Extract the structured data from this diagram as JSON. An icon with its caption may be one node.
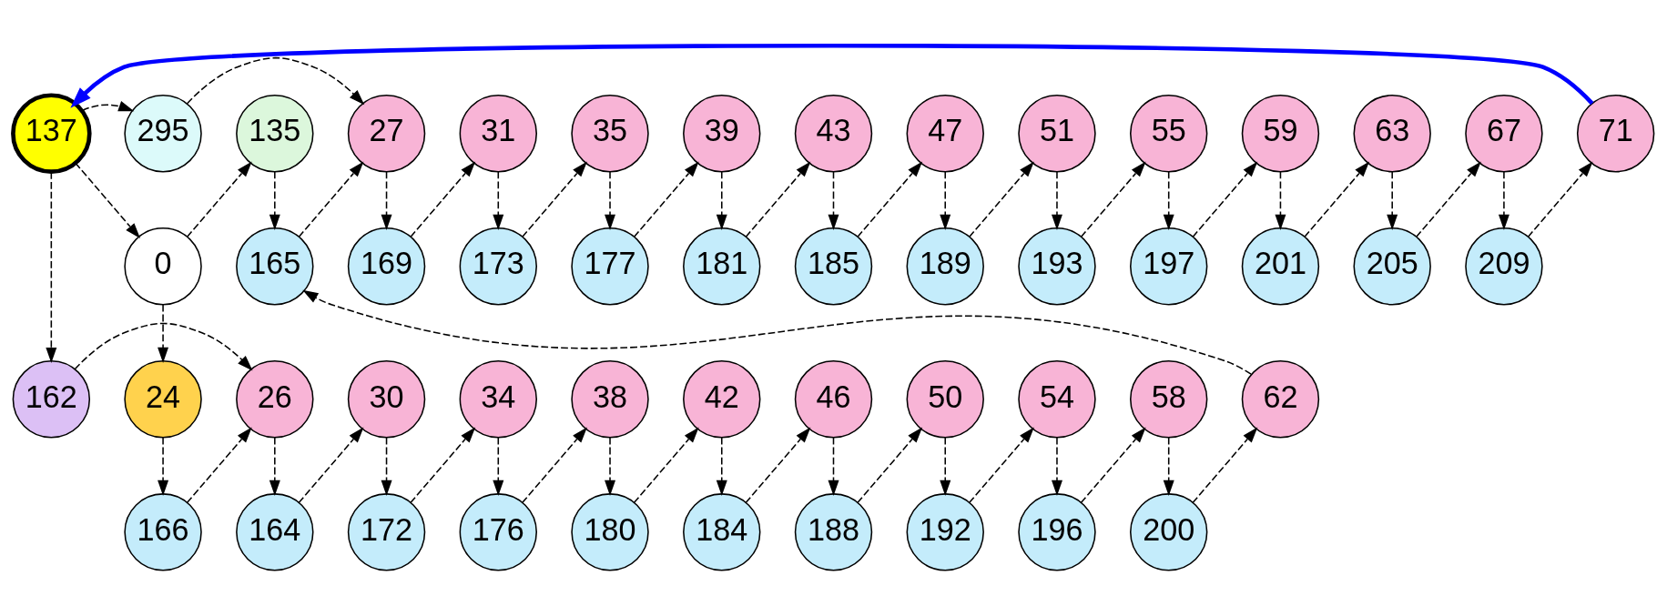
{
  "diagram": {
    "nodes": [
      {
        "text": [
          "137"
        ]
      },
      {
        "text": [
          "295"
        ]
      },
      {
        "text": [
          "135"
        ]
      },
      {
        "text": [
          "27"
        ]
      },
      {
        "text": [
          "31"
        ]
      },
      {
        "text": [
          "35"
        ]
      },
      {
        "text": [
          "39"
        ]
      },
      {
        "text": [
          "43"
        ]
      },
      {
        "text": [
          "47"
        ]
      },
      {
        "text": [
          "51"
        ]
      },
      {
        "text": [
          "55"
        ]
      },
      {
        "text": [
          "59"
        ]
      },
      {
        "text": [
          "63"
        ]
      },
      {
        "text": [
          "67"
        ]
      },
      {
        "text": [
          "71"
        ]
      },
      {
        "text": [
          "165"
        ]
      },
      {
        "text": [
          "169"
        ]
      },
      {
        "text": [
          "173"
        ]
      },
      {
        "text": [
          "177"
        ]
      },
      {
        "text": [
          "181"
        ]
      },
      {
        "text": [
          "185"
        ]
      },
      {
        "text": [
          "189"
        ]
      },
      {
        "text": [
          "193"
        ]
      },
      {
        "text": [
          "197"
        ]
      },
      {
        "text": [
          "201"
        ]
      },
      {
        "text": [
          "205"
        ]
      },
      {
        "text": [
          "209"
        ]
      },
      {
        "text": [
          "0"
        ]
      },
      {
        "text": [
          "162"
        ]
      },
      {
        "text": [
          "24"
        ]
      },
      {
        "text": [
          "26"
        ]
      },
      {
        "text": [
          "30"
        ]
      },
      {
        "text": [
          "34"
        ]
      },
      {
        "text": [
          "38"
        ]
      },
      {
        "text": [
          "42"
        ]
      },
      {
        "text": [
          "46"
        ]
      },
      {
        "text": [
          "50"
        ]
      },
      {
        "text": [
          "54"
        ]
      },
      {
        "text": [
          "58"
        ]
      },
      {
        "text": [
          "62"
        ]
      },
      {
        "text": [
          "166"
        ]
      },
      {
        "text": [
          "164"
        ]
      },
      {
        "text": [
          "172"
        ]
      },
      {
        "text": [
          "176"
        ]
      },
      {
        "text": [
          "180"
        ]
      },
      {
        "text": [
          "184"
        ]
      },
      {
        "text": [
          "188"
        ]
      },
      {
        "text": [
          "192"
        ]
      },
      {
        "text": [
          "196"
        ]
      },
      {
        "text": [
          "200"
        ]
      }
    ],
    "edges": [
      {
        "from": 14,
        "to": 0,
        "arrow": "to",
        "style": "thick",
        "color": "#0000ff"
      },
      {
        "from": 0,
        "to": 1,
        "arrow": "to",
        "style": "dashed"
      },
      {
        "from": 0,
        "to": 27,
        "arrow": "to",
        "style": "dashed"
      },
      {
        "from": 0,
        "to": 28,
        "arrow": "to",
        "style": "dashed"
      },
      {
        "from": 1,
        "to": 3,
        "arrow": "to",
        "style": "dashed"
      },
      {
        "from": 27,
        "to": 2,
        "arrow": "to",
        "style": "dashed"
      },
      {
        "from": 27,
        "to": 29,
        "arrow": "to",
        "style": "dashed"
      },
      {
        "from": 2,
        "to": 15,
        "arrow": "to",
        "style": "dashed"
      },
      {
        "from": 15,
        "to": 3,
        "arrow": "to",
        "style": "dashed"
      },
      {
        "from": 3,
        "to": 16,
        "arrow": "to",
        "style": "dashed"
      },
      {
        "from": 16,
        "to": 4,
        "arrow": "to",
        "style": "dashed"
      },
      {
        "from": 4,
        "to": 17,
        "arrow": "to",
        "style": "dashed"
      },
      {
        "from": 17,
        "to": 5,
        "arrow": "to",
        "style": "dashed"
      },
      {
        "from": 5,
        "to": 18,
        "arrow": "to",
        "style": "dashed"
      },
      {
        "from": 18,
        "to": 6,
        "arrow": "to",
        "style": "dashed"
      },
      {
        "from": 6,
        "to": 19,
        "arrow": "to",
        "style": "dashed"
      },
      {
        "from": 19,
        "to": 7,
        "arrow": "to",
        "style": "dashed"
      },
      {
        "from": 7,
        "to": 20,
        "arrow": "to",
        "style": "dashed"
      },
      {
        "from": 20,
        "to": 8,
        "arrow": "to",
        "style": "dashed"
      },
      {
        "from": 8,
        "to": 21,
        "arrow": "to",
        "style": "dashed"
      },
      {
        "from": 21,
        "to": 9,
        "arrow": "to",
        "style": "dashed"
      },
      {
        "from": 9,
        "to": 22,
        "arrow": "to",
        "style": "dashed"
      },
      {
        "from": 22,
        "to": 10,
        "arrow": "to",
        "style": "dashed"
      },
      {
        "from": 10,
        "to": 23,
        "arrow": "to",
        "style": "dashed"
      },
      {
        "from": 23,
        "to": 11,
        "arrow": "to",
        "style": "dashed"
      },
      {
        "from": 11,
        "to": 24,
        "arrow": "to",
        "style": "dashed"
      },
      {
        "from": 24,
        "to": 12,
        "arrow": "to",
        "style": "dashed"
      },
      {
        "from": 12,
        "to": 25,
        "arrow": "to",
        "style": "dashed"
      },
      {
        "from": 25,
        "to": 13,
        "arrow": "to",
        "style": "dashed"
      },
      {
        "from": 13,
        "to": 26,
        "arrow": "to",
        "style": "dashed"
      },
      {
        "from": 26,
        "to": 14,
        "arrow": "to",
        "style": "dashed"
      },
      {
        "from": 39,
        "to": 15,
        "arrow": "to",
        "style": "dashed"
      },
      {
        "from": 28,
        "to": 30,
        "arrow": "to",
        "style": "dashed"
      },
      {
        "from": 29,
        "to": 40,
        "arrow": "to",
        "style": "dashed"
      },
      {
        "from": 40,
        "to": 30,
        "arrow": "to",
        "style": "dashed"
      },
      {
        "from": 30,
        "to": 41,
        "arrow": "to",
        "style": "dashed"
      },
      {
        "from": 41,
        "to": 31,
        "arrow": "to",
        "style": "dashed"
      },
      {
        "from": 31,
        "to": 42,
        "arrow": "to",
        "style": "dashed"
      },
      {
        "from": 42,
        "to": 32,
        "arrow": "to",
        "style": "dashed"
      },
      {
        "from": 32,
        "to": 43,
        "arrow": "to",
        "style": "dashed"
      },
      {
        "from": 43,
        "to": 33,
        "arrow": "to",
        "style": "dashed"
      },
      {
        "from": 33,
        "to": 44,
        "arrow": "to",
        "style": "dashed"
      },
      {
        "from": 44,
        "to": 34,
        "arrow": "to",
        "style": "dashed"
      },
      {
        "from": 34,
        "to": 45,
        "arrow": "to",
        "style": "dashed"
      },
      {
        "from": 45,
        "to": 35,
        "arrow": "to",
        "style": "dashed"
      },
      {
        "from": 35,
        "to": 46,
        "arrow": "to",
        "style": "dashed"
      },
      {
        "from": 46,
        "to": 36,
        "arrow": "to",
        "style": "dashed"
      },
      {
        "from": 36,
        "to": 47,
        "arrow": "to",
        "style": "dashed"
      },
      {
        "from": 47,
        "to": 37,
        "arrow": "to",
        "style": "dashed"
      },
      {
        "from": 37,
        "to": 48,
        "arrow": "to",
        "style": "dashed"
      },
      {
        "from": 48,
        "to": 38,
        "arrow": "to",
        "style": "dashed"
      },
      {
        "from": 38,
        "to": 49,
        "arrow": "to",
        "style": "dashed"
      },
      {
        "from": 49,
        "to": 39,
        "arrow": "to",
        "style": "dashed"
      }
    ]
  }
}
